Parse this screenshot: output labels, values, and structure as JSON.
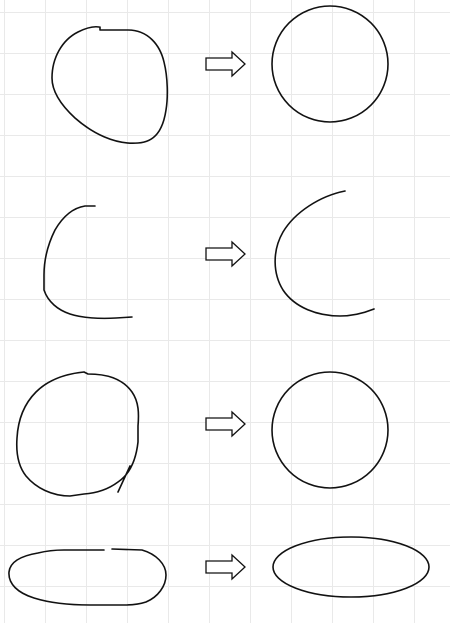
{
  "canvas": {
    "background": "#ffffff",
    "grid_color": "#e9e9e9",
    "stroke_color": "#111111"
  },
  "rows": [
    {
      "input": "rough-closed-blob",
      "output": "circle"
    },
    {
      "input": "rough-open-c-curve",
      "output": "arc"
    },
    {
      "input": "rough-closed-loop",
      "output": "circle"
    },
    {
      "input": "rough-flat-loop",
      "output": "ellipse"
    }
  ]
}
